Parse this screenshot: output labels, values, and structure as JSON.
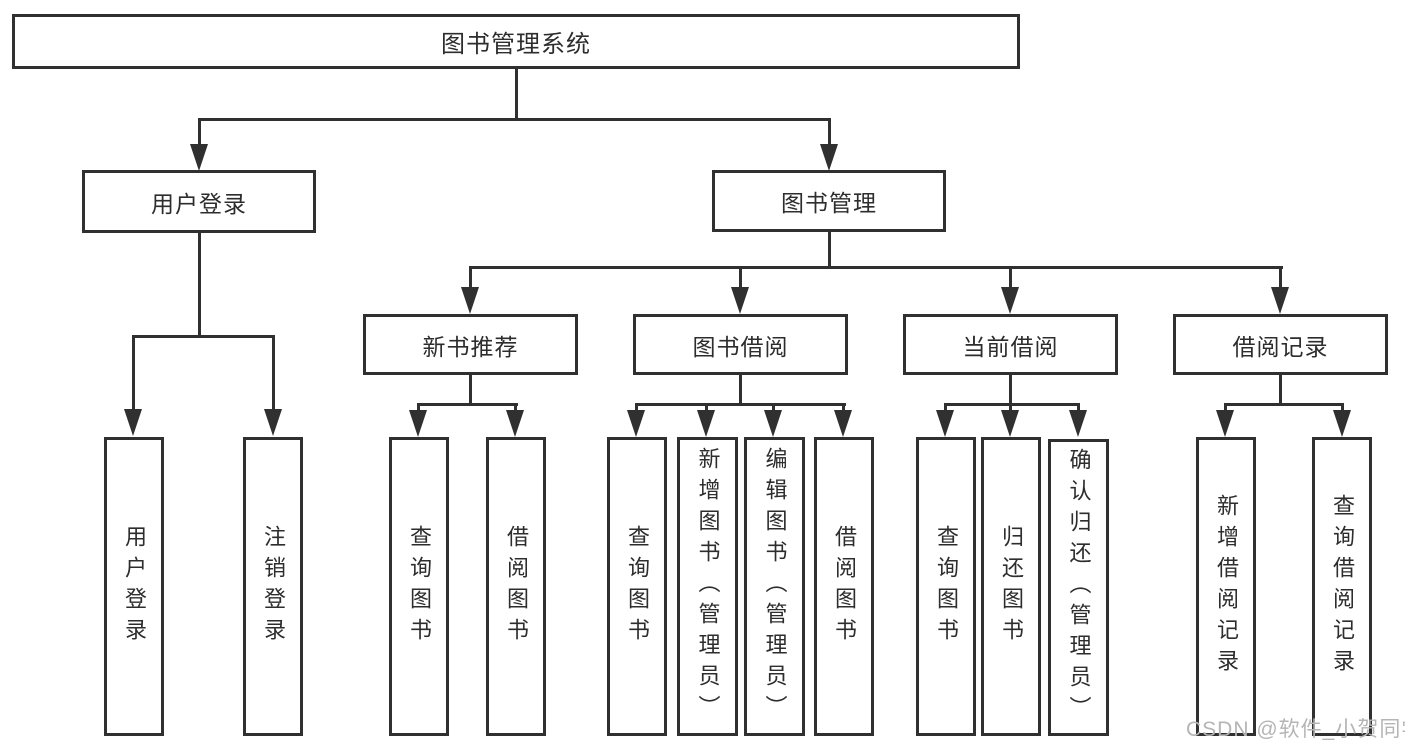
{
  "diagram_title": "图书管理系统",
  "tree": {
    "root": {
      "label": "图书管理系统"
    },
    "children": [
      {
        "label": "用户登录",
        "children": [
          {
            "label": "用户登录"
          },
          {
            "label": "注销登录"
          }
        ]
      },
      {
        "label": "图书管理",
        "children": [
          {
            "label": "新书推荐",
            "children": [
              {
                "label": "查询图书"
              },
              {
                "label": "借阅图书"
              }
            ]
          },
          {
            "label": "图书借阅",
            "children": [
              {
                "label": "查询图书"
              },
              {
                "label": "新增图书（管理员）"
              },
              {
                "label": "编辑图书（管理员）"
              },
              {
                "label": "借阅图书"
              }
            ]
          },
          {
            "label": "当前借阅",
            "children": [
              {
                "label": "查询图书"
              },
              {
                "label": "归还图书"
              },
              {
                "label": "确认归还（管理员）"
              }
            ]
          },
          {
            "label": "借阅记录",
            "children": [
              {
                "label": "新增借阅记录"
              },
              {
                "label": "查询借阅记录"
              }
            ]
          }
        ]
      }
    ]
  },
  "watermark": {
    "text": "CSDN @软件_小贺同学"
  },
  "colors": {
    "line": "#303030",
    "box_border": "#303030",
    "text": "#2d2d2d",
    "watermark": "#b5b5b5",
    "background": "#ffffff"
  }
}
